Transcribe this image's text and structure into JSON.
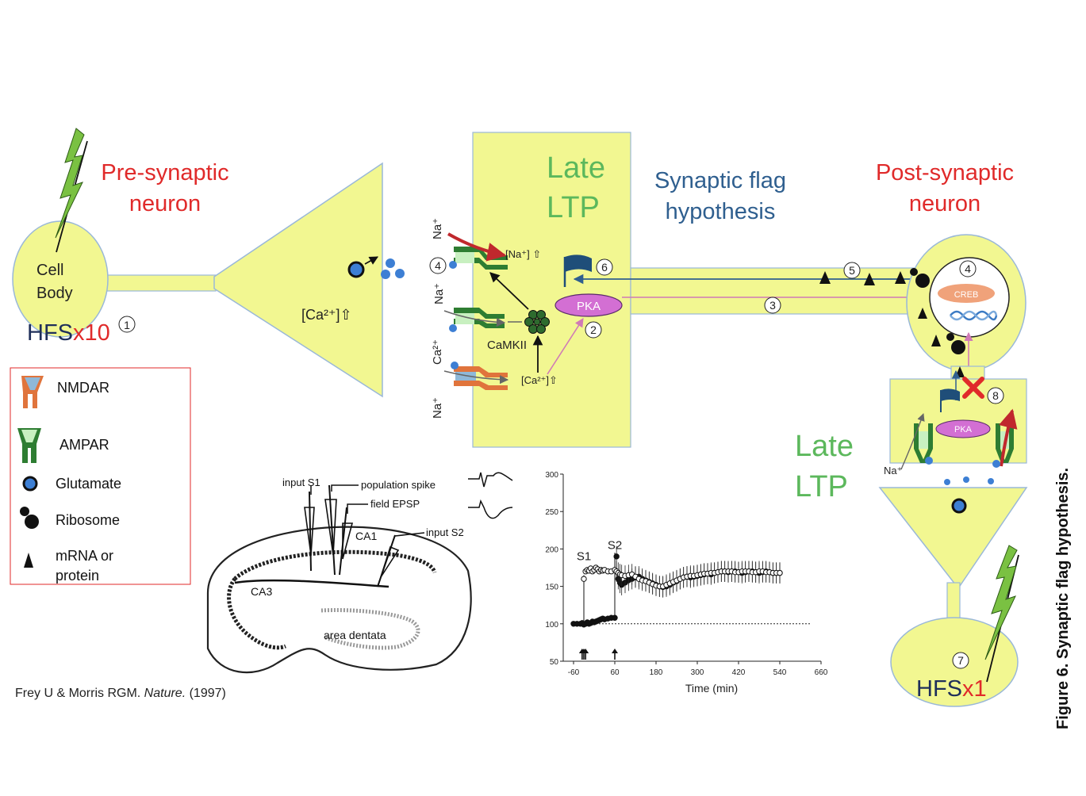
{
  "pre": {
    "title_line1": "Pre-synaptic",
    "title_line2": "neuron",
    "cell_body_line1": "Cell",
    "cell_body_line2": "Body",
    "hfs": "HFS",
    "hfs_mult": "x10",
    "step1": "1",
    "ca_label": "[Ca²⁺]⇧"
  },
  "center": {
    "late_line1": "Late",
    "late_line2": "LTP",
    "na_top": "Na⁺",
    "na_mid": "Na⁺",
    "ca_ion": "Ca²⁺",
    "na_bottom": "Na⁺",
    "na_conc": "[Na⁺] ⇧",
    "ca_conc": "[Ca²⁺]⇧",
    "camkii": "CaMKII",
    "pka": "PKA",
    "step4": "4",
    "step6": "6",
    "step2": "2"
  },
  "flag": {
    "line1": "Synaptic flag",
    "line2": "hypothesis",
    "step5": "5",
    "step3": "3"
  },
  "post": {
    "title_line1": "Post-synaptic",
    "title_line2": "neuron",
    "step4": "4",
    "creb": "CREB",
    "step8": "8",
    "pka": "PKA",
    "na": "Na⁺",
    "late_line1": "Late",
    "late_line2": "LTP",
    "step7": "7",
    "hfs": "HFS",
    "hfs_mult": "x1"
  },
  "legend": [
    {
      "label": "NMDAR",
      "icon": "nmdar-icon"
    },
    {
      "label": "AMPAR",
      "icon": "ampar-icon"
    },
    {
      "label": "Glutamate",
      "icon": "glutamate-icon"
    },
    {
      "label": "Ribosome",
      "icon": "ribosome-icon"
    },
    {
      "label": "mRNA or",
      "label2": "protein",
      "icon": "mrna-triangle-icon"
    }
  ],
  "hippocampus": {
    "input_s1": "input S1",
    "population_spike": "population spike",
    "field_epsp": "field EPSP",
    "ca1": "CA1",
    "input_s2": "input S2",
    "ca3": "CA3",
    "area_dentata": "area dentata"
  },
  "citation": {
    "authors": "Frey U & Morris RGM. ",
    "journal": "Nature.",
    "year": " (1997)"
  },
  "figure_caption": "Figure 6. Synaptic flag hypothesis.",
  "colors": {
    "yellow_fill": "#f2f791",
    "red_title": "#e02a2a",
    "blue_title": "#2f5f8f",
    "green_title": "#5cb85c",
    "pka": "#d36fd3",
    "creb": "#f0a27a",
    "glutamate": "#3d7fd4",
    "lightning": "#7ac142"
  },
  "chart_data": {
    "type": "scatter",
    "title": "",
    "xlabel": "Time (min)",
    "ylabel": "",
    "xlim": [
      -90,
      660
    ],
    "ylim": [
      50,
      300
    ],
    "x_ticks": [
      -60,
      60,
      180,
      300,
      420,
      540,
      660
    ],
    "y_ticks": [
      50,
      100,
      150,
      200,
      250,
      300
    ],
    "baseline": 100,
    "annotations": [
      {
        "text": "S1",
        "x": -30,
        "y": 185
      },
      {
        "text": "S2",
        "x": 60,
        "y": 200
      }
    ],
    "stim_arrows_x": [
      -35,
      -30,
      -25,
      60
    ],
    "series": [
      {
        "name": "",
        "marker": "filled",
        "x": [
          -60,
          -50,
          -40,
          -35,
          -30,
          -25,
          -20,
          -15,
          -10,
          -5,
          0,
          5,
          10,
          15,
          20,
          25,
          30,
          40,
          50,
          60,
          65,
          70,
          75,
          80,
          90,
          100,
          110,
          120,
          130,
          140,
          150,
          160,
          170,
          180,
          190,
          200,
          210,
          220,
          230,
          240,
          250,
          260,
          270,
          280,
          290,
          300,
          310,
          320,
          330,
          340,
          350,
          360,
          370,
          380,
          390,
          400,
          410,
          420,
          430,
          440,
          450,
          460,
          470,
          480,
          490,
          500,
          510,
          520,
          530,
          540
        ],
        "y": [
          100,
          100,
          100,
          101,
          99,
          100,
          102,
          100,
          101,
          103,
          102,
          103,
          104,
          105,
          106,
          107,
          106,
          107,
          108,
          108,
          190,
          160,
          155,
          152,
          155,
          158,
          160,
          162,
          163,
          160,
          158,
          156,
          154,
          152,
          150,
          149,
          150,
          152,
          155,
          157,
          160,
          162,
          163,
          162,
          163,
          164,
          165,
          166,
          167,
          166,
          168,
          169,
          170,
          170,
          169,
          170,
          170,
          169,
          168,
          169,
          170,
          170,
          169,
          168,
          169,
          170,
          169,
          168,
          168,
          168
        ]
      },
      {
        "name": "",
        "marker": "open",
        "x": [
          -30,
          -25,
          -20,
          -15,
          -10,
          -5,
          0,
          5,
          10,
          15,
          20,
          25,
          30,
          40,
          50,
          60,
          65,
          70,
          75,
          80,
          90,
          100,
          110,
          120,
          130,
          140,
          150,
          160,
          170,
          180,
          190,
          200,
          210,
          220,
          230,
          240,
          250,
          260,
          270,
          280,
          290,
          300,
          310,
          320,
          330,
          340,
          350,
          360,
          370,
          380,
          390,
          400,
          410,
          420,
          430,
          440,
          450,
          460,
          470,
          480,
          490,
          500,
          510,
          520,
          530,
          540
        ],
        "y": [
          160,
          170,
          172,
          171,
          174,
          170,
          172,
          175,
          173,
          170,
          172,
          171,
          172,
          170,
          170,
          172,
          170,
          168,
          166,
          165,
          164,
          165,
          166,
          163,
          160,
          158,
          157,
          155,
          153,
          151,
          150,
          150,
          152,
          154,
          156,
          158,
          160,
          162,
          163,
          164,
          164,
          165,
          166,
          167,
          167,
          168,
          168,
          169,
          170,
          170,
          170,
          170,
          169,
          169,
          170,
          170,
          170,
          169,
          169,
          170,
          170,
          169,
          169,
          168,
          168,
          168
        ]
      }
    ]
  }
}
